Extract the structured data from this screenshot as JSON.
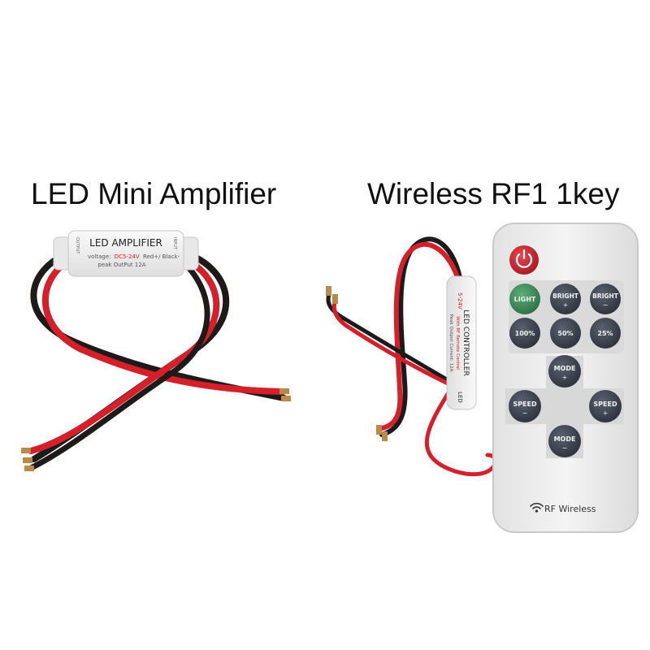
{
  "captions": {
    "left": "LED Mini Amplifier",
    "right": "Wireless RF1 1key"
  },
  "amplifier": {
    "title": "LED AMPLIFIER",
    "voltage_prefix": "voltage:",
    "voltage_value": "DC5-24V",
    "wire_note": "Red+/ Black-",
    "peak": "peak OutPut 12A",
    "left_port": "OUTPUT",
    "right_port": "INPUT"
  },
  "controller": {
    "voltage": "5-24V",
    "title": "LED CONTROLLER",
    "subtitle": "With RF Remote Control",
    "peak": "Peak Output Current: 12A",
    "port": "LED"
  },
  "remote": {
    "buttons": {
      "light": "LIGHT",
      "bright_up": "BRIGHT",
      "bright_up_sign": "+",
      "bright_down": "BRIGHT",
      "bright_down_sign": "−",
      "p100": "100%",
      "p50": "50%",
      "p25": "25%",
      "mode_up": "MODE",
      "mode_up_sign": "+",
      "speed_left": "SPEED",
      "speed_left_sign": "−",
      "speed_right": "SPEED",
      "speed_right_sign": "+",
      "mode_down": "MODE",
      "mode_down_sign": "−"
    },
    "brand": "RF Wireless"
  },
  "colors": {
    "wire_red": "#d4202a",
    "wire_black": "#1e1a1a",
    "remote_body": "#efefef",
    "button_dark": "#3c4250",
    "button_green": "#3f8a5a",
    "power_red": "#c8262f"
  }
}
